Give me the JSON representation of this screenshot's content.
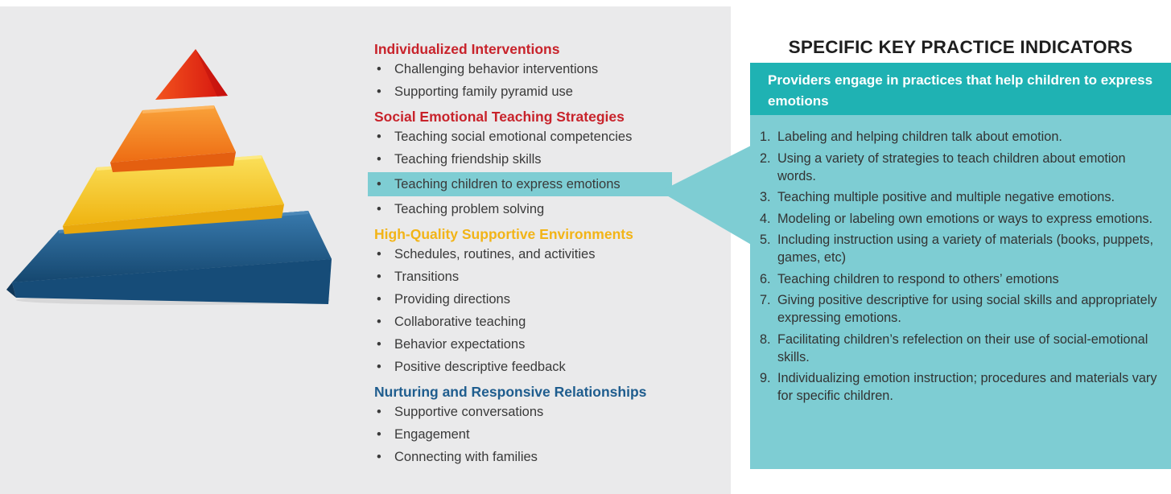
{
  "pyramid": {
    "colors": {
      "top": "#e62a1c",
      "second": "#f0781e",
      "third": "#f2c21b",
      "base": "#1f5d8e"
    }
  },
  "tiers": [
    {
      "heading": "Individualized Interventions",
      "color": "#c8232b",
      "items": [
        "Challenging behavior interventions",
        "Supporting family pyramid use"
      ]
    },
    {
      "heading": "Social Emotional Teaching Strategies",
      "color": "#c8232b",
      "items": [
        "Teaching social emotional competencies",
        "Teaching friendship skills",
        "Teaching children to express emotions",
        "Teaching problem solving"
      ]
    },
    {
      "heading": "High-Quality Supportive Environments",
      "color": "#f2b417",
      "items": [
        "Schedules, routines, and activities",
        "Transitions",
        "Providing directions",
        "Collaborative teaching",
        "Behavior expectations",
        "Positive descriptive feedback"
      ]
    },
    {
      "heading": "Nurturing and Responsive Relationships",
      "color": "#1f5d8e",
      "items": [
        "Supportive conversations",
        "Engagement",
        "Connecting with families"
      ]
    }
  ],
  "highlighted_item": "Teaching children to express emotions",
  "indicators": {
    "title": "SPECIFIC KEY PRACTICE INDICATORS",
    "subtitle": "Providers engage in practices that help children to express emotions",
    "header_color": "#1fb2b3",
    "body_color": "#7ecdd3",
    "items": [
      {
        "num": "1.",
        "text": "Labeling and helping children talk about emotion."
      },
      {
        "num": "2.",
        "text": "Using a variety of strategies to teach children about emotion words."
      },
      {
        "num": "3.",
        "text": "Teaching multiple positive and multiple negative emotions."
      },
      {
        "num": "4.",
        "text": "Modeling or labeling own emotions or ways to express emotions."
      },
      {
        "num": "5.",
        "text": "Including instruction using a variety of materials (books, puppets, games, etc)"
      },
      {
        "num": "6.",
        "text": "Teaching children to respond to others’ emotions"
      },
      {
        "num": "7.",
        "text": "Giving positive descriptive for using social skills and appropriately expressing emotions."
      },
      {
        "num": "8.",
        "text": "Facilitating children’s refelection on their use of social-emotional skills."
      },
      {
        "num": "9.",
        "text": "Individualizing emotion instruction; procedures and materials vary for specific children."
      }
    ]
  }
}
